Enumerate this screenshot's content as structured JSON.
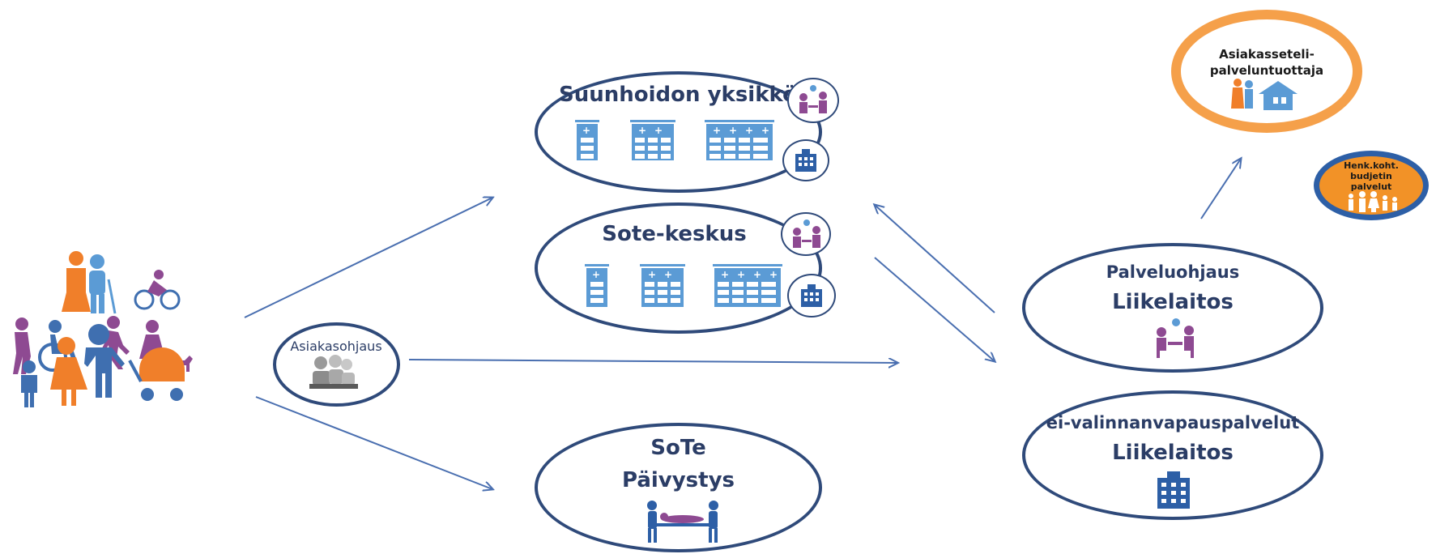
{
  "nodes": {
    "suunhoito": "Suunhoidon yksikkö",
    "sote_keskus": "Sote-keskus",
    "sote_paivystys_line1": "SoTe",
    "sote_paivystys_line2": "Päivystys",
    "asiakasohjaus": "Asiakasohjaus",
    "palveluohjaus_line1": "Palveluohjaus",
    "palveluohjaus_line2": "Liikelaitos",
    "ei_valinnan_line1": "ei-valinnanvapauspalvelut",
    "ei_valinnan_line2": "Liikelaitos",
    "asiakasseteli_line1": "Asiakasseteli-",
    "asiakasseteli_line2": "palveluntuottaja",
    "henk_line1": "Henk.koht.",
    "henk_line2": "budjetin",
    "henk_line3": "palvelut"
  },
  "colors": {
    "ellipse_border": "#2f4a7a",
    "arrow": "#4a6fb0",
    "building": "#5b9bd5",
    "people_purple": "#8e4a92",
    "people_orange": "#f07f2a",
    "people_blue": "#3f6fb0",
    "orange_ring": "#f5a04a",
    "henk_fill": "#f29227",
    "henk_ring": "#2d5fa6"
  },
  "icons": [
    "people-group-icon",
    "building-icon",
    "meeting-icon",
    "office-building-icon",
    "stretcher-icon",
    "call-center-icon",
    "house-icon",
    "family-icon"
  ]
}
